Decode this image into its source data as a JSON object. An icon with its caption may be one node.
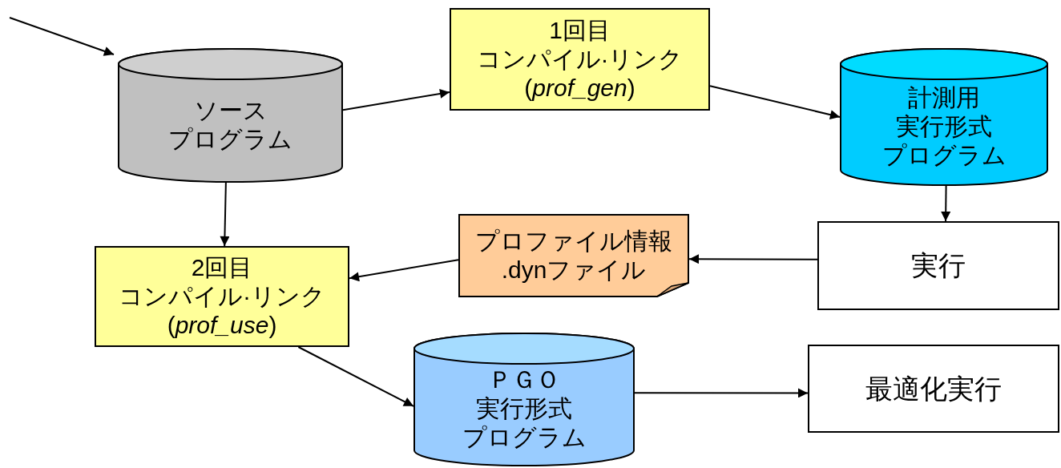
{
  "diagram": {
    "nodes": [
      {
        "text": [
          "ソース",
          "プログラム"
        ]
      },
      {
        "text": [
          "1回目",
          "コンパイル·リンク",
          "(*prof_gen*)"
        ]
      },
      {
        "text": [
          "計測用",
          "実行形式",
          "プログラム"
        ]
      },
      {
        "text": [
          "実行"
        ]
      },
      {
        "text": [
          "プロファイル情報",
          ".dynファイル"
        ]
      },
      {
        "text": [
          "2回目",
          "コンパイル·リンク",
          "(*prof_use*)"
        ]
      },
      {
        "text": [
          "ＰＧＯ",
          "実行形式",
          "プログラム"
        ]
      },
      {
        "text": [
          "最適化実行"
        ]
      }
    ],
    "edges": [
      {
        "from": null,
        "to": 0,
        "arrow": "to"
      },
      {
        "from": 0,
        "to": 1,
        "arrow": "to"
      },
      {
        "from": 1,
        "to": 2,
        "arrow": "to"
      },
      {
        "from": 2,
        "to": 3,
        "arrow": "to"
      },
      {
        "from": 3,
        "to": 4,
        "arrow": "to"
      },
      {
        "from": 4,
        "to": 5,
        "arrow": "to"
      },
      {
        "from": 0,
        "to": 5,
        "arrow": "to"
      },
      {
        "from": 5,
        "to": 6,
        "arrow": "to"
      },
      {
        "from": 6,
        "to": 7,
        "arrow": "to"
      }
    ]
  }
}
